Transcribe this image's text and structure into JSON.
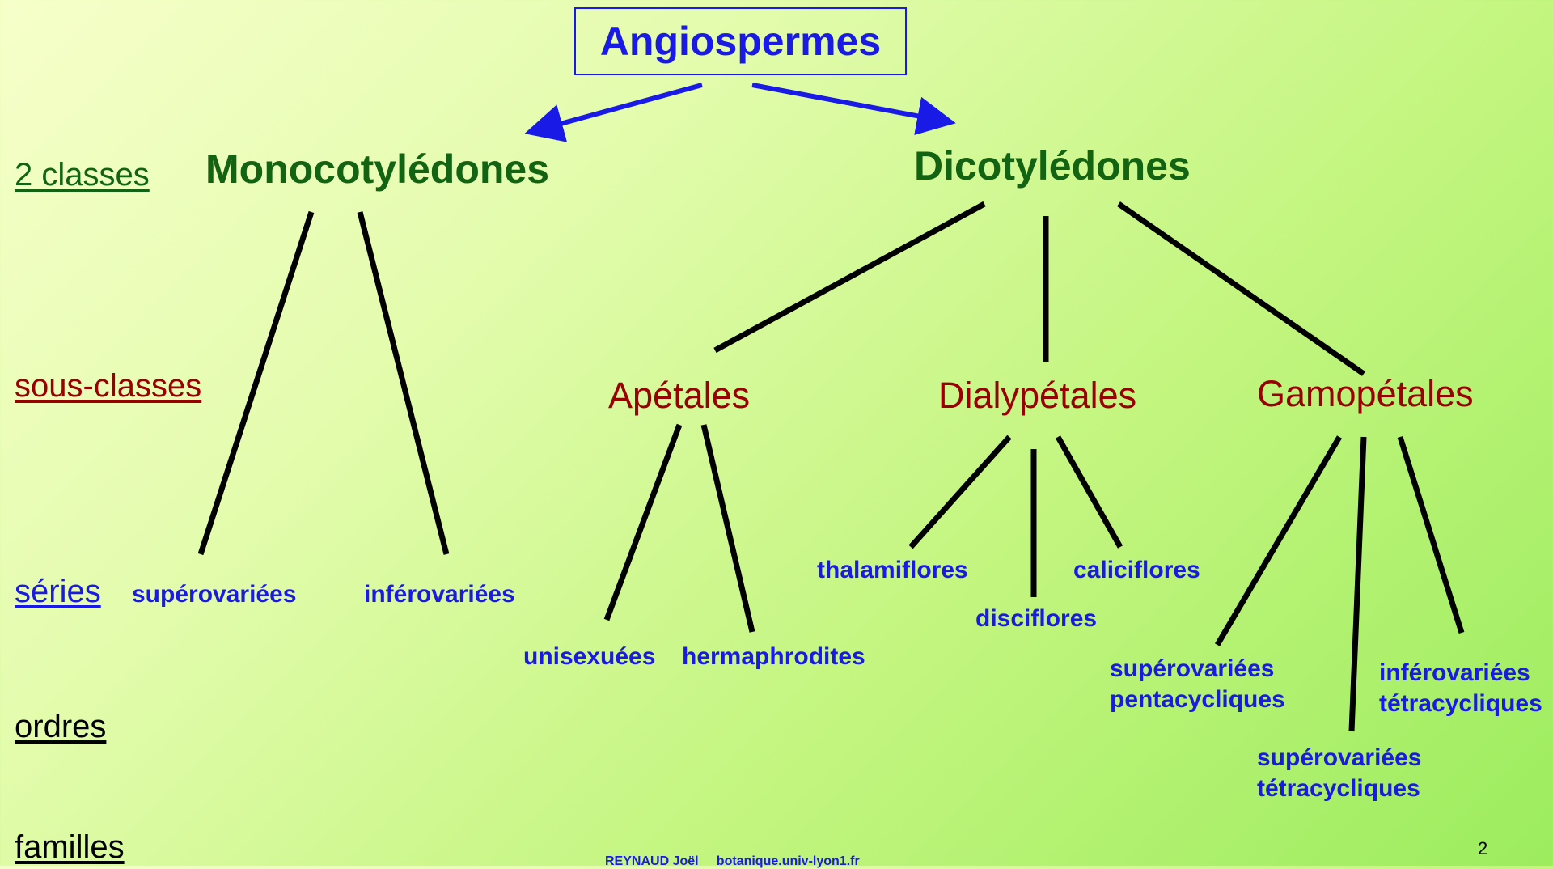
{
  "colors": {
    "root": "#1a1ae6",
    "classe": "#126312",
    "sous_classe": "#990000",
    "serie": "#1a1ae6",
    "edge": "#000000",
    "arrow": "#1a1ae6"
  },
  "ranks": {
    "classes": "2 classes",
    "sous_classes": "sous-classes",
    "series": "séries",
    "ordres": "ordres",
    "familles": "familles"
  },
  "tree": {
    "root": "Angiospermes",
    "classes": {
      "mono": "Monocotylédones",
      "dico": "Dicotylédones"
    },
    "sous_classes": {
      "apetales": "Apétales",
      "dialypetales": "Dialypétales",
      "gamopetales": "Gamopétales"
    },
    "series": {
      "mono_super": "supérovariées",
      "mono_infero": "inférovariées",
      "unisexuees": "unisexuées",
      "hermaphrodites": "hermaphrodites",
      "thalamiflores": "thalamiflores",
      "disciflores": "disciflores",
      "caliciflores": "caliciflores",
      "gamo_super_penta": [
        "supérovariées",
        "pentacycliques"
      ],
      "gamo_super_tetra": [
        "supérovariées",
        "tétracycliques"
      ],
      "gamo_infero_tetra": [
        "inférovariées",
        "tétracycliques"
      ]
    }
  },
  "footer": {
    "credit": "REYNAUD Joël     botanique.univ-lyon1.fr",
    "page": "2"
  }
}
